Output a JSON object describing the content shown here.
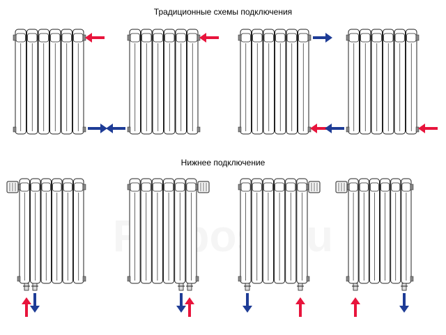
{
  "sections": {
    "top": {
      "title": "Традиционные схемы подключения"
    },
    "bottom": {
      "title": "Нижнее подключение"
    }
  },
  "watermark": "Farpost.ru",
  "colors": {
    "supply": "#e8143c",
    "return": "#1e3c96",
    "line": "#222222"
  },
  "diagrams": [
    {
      "id": "top-1",
      "row": "top",
      "valve": false,
      "arrows": [
        {
          "type": "supply",
          "pos": "top-right",
          "dir": "left"
        },
        {
          "type": "return",
          "pos": "bottom-right",
          "dir": "right"
        }
      ]
    },
    {
      "id": "top-2",
      "row": "top",
      "valve": false,
      "arrows": [
        {
          "type": "supply",
          "pos": "top-right",
          "dir": "left"
        },
        {
          "type": "return",
          "pos": "bottom-left",
          "dir": "left"
        }
      ]
    },
    {
      "id": "top-3",
      "row": "top",
      "valve": false,
      "arrows": [
        {
          "type": "return",
          "pos": "top-right",
          "dir": "right"
        },
        {
          "type": "supply",
          "pos": "bottom-right",
          "dir": "left"
        }
      ]
    },
    {
      "id": "top-4",
      "row": "top",
      "valve": false,
      "arrows": [
        {
          "type": "return",
          "pos": "bottom-left",
          "dir": "left"
        },
        {
          "type": "supply",
          "pos": "bottom-right",
          "dir": "left"
        }
      ]
    },
    {
      "id": "bottom-1",
      "row": "bottom",
      "valve": "left",
      "arrows": [
        {
          "type": "supply",
          "pos": "bottom-left",
          "dir": "up"
        },
        {
          "type": "return",
          "pos": "bottom-left2",
          "dir": "down"
        }
      ]
    },
    {
      "id": "bottom-2",
      "row": "bottom",
      "valve": "right",
      "arrows": [
        {
          "type": "return",
          "pos": "bottom-right2",
          "dir": "down"
        },
        {
          "type": "supply",
          "pos": "bottom-right",
          "dir": "up"
        }
      ]
    },
    {
      "id": "bottom-3",
      "row": "bottom",
      "valve": "right",
      "arrows": [
        {
          "type": "return",
          "pos": "bottom-left",
          "dir": "down"
        },
        {
          "type": "supply",
          "pos": "bottom-right",
          "dir": "up"
        }
      ]
    },
    {
      "id": "bottom-4",
      "row": "bottom",
      "valve": "left",
      "arrows": [
        {
          "type": "supply",
          "pos": "bottom-left",
          "dir": "up"
        },
        {
          "type": "return",
          "pos": "bottom-right",
          "dir": "down"
        }
      ]
    }
  ]
}
